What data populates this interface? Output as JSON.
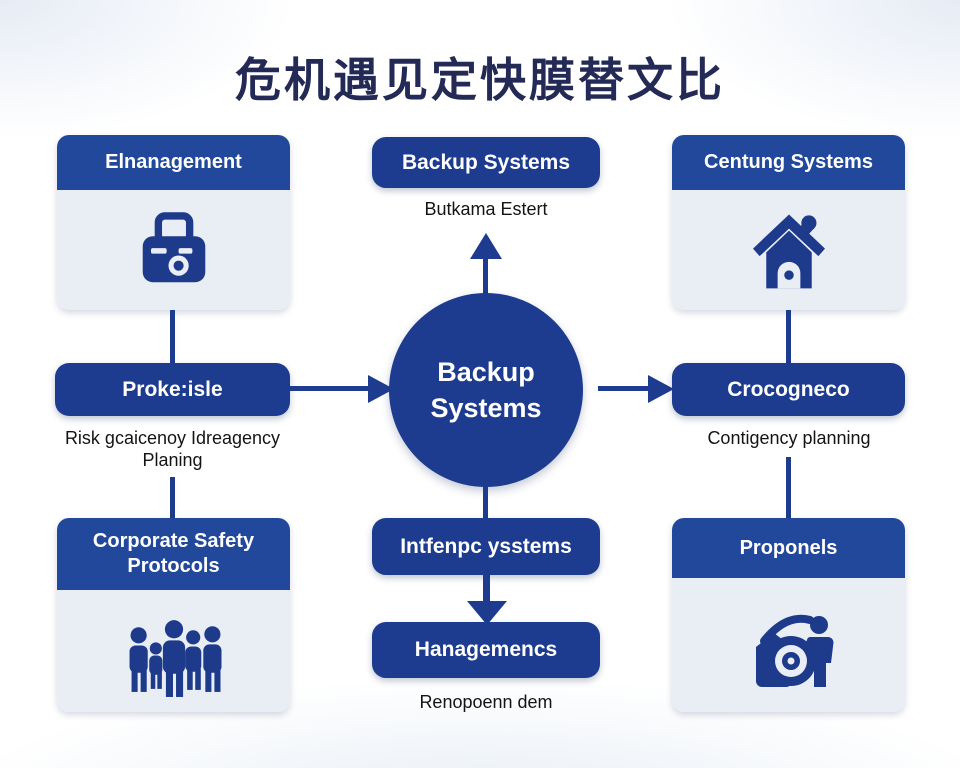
{
  "title": "危机遇见定快膜替文比",
  "colors": {
    "header_blue": "#21489A",
    "deep_blue": "#1E3C8F",
    "title_navy": "#232A55",
    "card_body": "#E9EDF4",
    "icon_navy": "#1E3A8A",
    "caption_text": "#141414"
  },
  "left": {
    "top_card_title": "Elnanagement",
    "top_card_icon": "briefcase-icon",
    "node_label": "Proke:isle",
    "caption_line1": "Risk gcaicenoy Idreagency",
    "caption_line2": "Planing",
    "bottom_card_title": "Corporate Safety Protocols",
    "bottom_card_icon": "people-group-icon"
  },
  "center": {
    "top_node_label": "Backup Systems",
    "top_caption": "Butkama Estert",
    "circle_line1": "Backup",
    "circle_line2": "Systems",
    "mid_node_label": "Intfenpc ysstems",
    "bottom_node_label": "Hanagemencs",
    "bottom_caption": "Renopoenn dem"
  },
  "right": {
    "top_card_title": "Centung Systems",
    "top_card_icon": "house-icon",
    "node_label": "Crocogneco",
    "caption": "Contigency planning",
    "bottom_card_title": "Proponels",
    "bottom_card_icon": "wheel-person-icon"
  }
}
